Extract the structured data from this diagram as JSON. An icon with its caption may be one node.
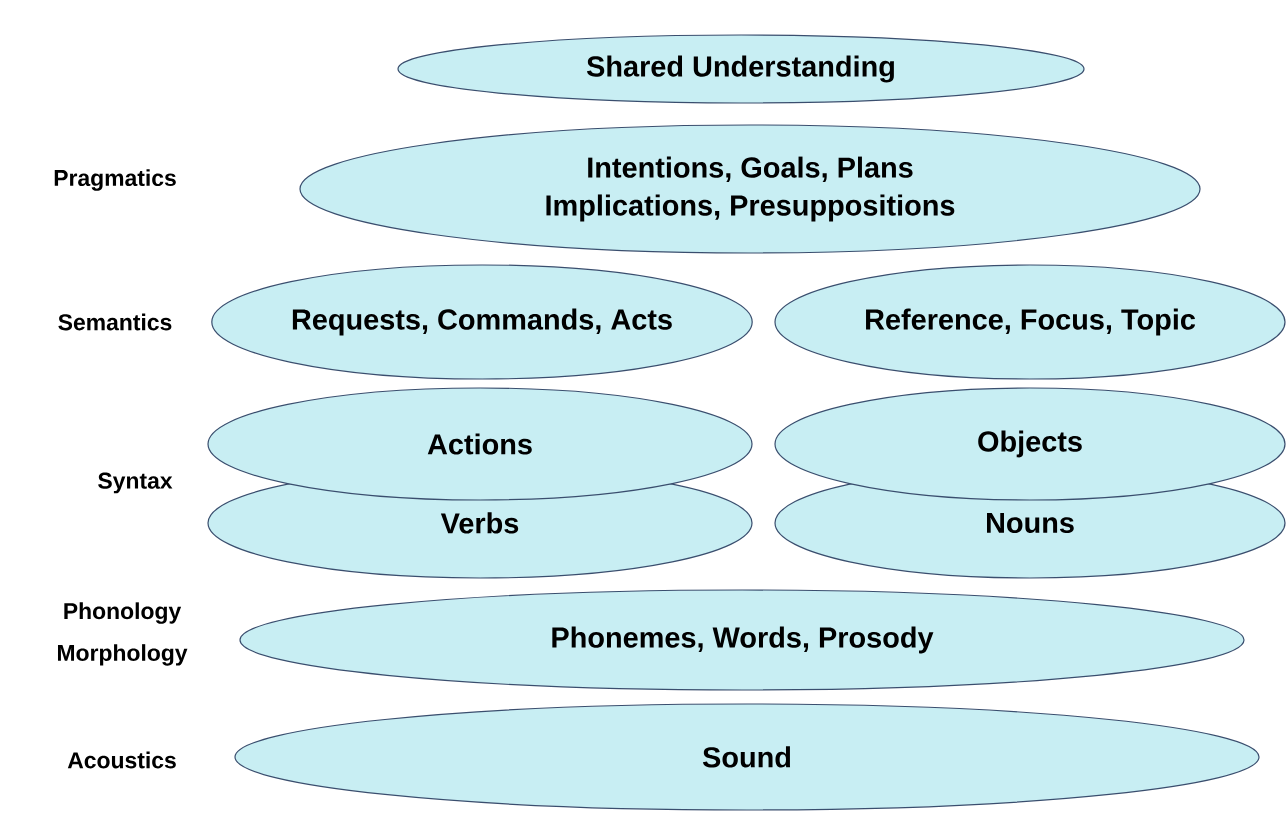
{
  "diagram": {
    "nodes": [
      {
        "text": [
          "Shared Understanding"
        ]
      },
      {
        "text": [
          "Intentions, Goals, Plans",
          "Implications, Presuppositions"
        ]
      },
      {
        "text": [
          "Requests, Commands, Acts"
        ]
      },
      {
        "text": [
          "Reference, Focus, Topic"
        ]
      },
      {
        "text": [
          "Actions"
        ]
      },
      {
        "text": [
          "Objects"
        ]
      },
      {
        "text": [
          "Verbs"
        ]
      },
      {
        "text": [
          "Nouns"
        ]
      },
      {
        "text": [
          "Phonemes, Words, Prosody"
        ]
      },
      {
        "text": [
          "Sound"
        ]
      }
    ],
    "labels": [
      "Pragmatics",
      "Semantics",
      "Syntax",
      "Phonology Morphology",
      "Acoustics"
    ]
  }
}
